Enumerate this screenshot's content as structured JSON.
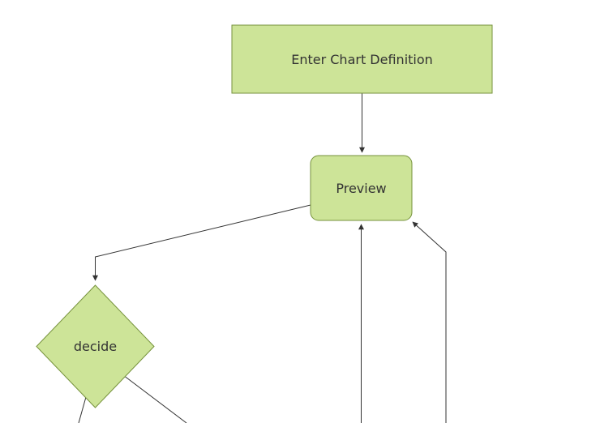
{
  "diagram": {
    "type": "flowchart",
    "direction": "top-down",
    "nodes": [
      {
        "id": "enter-chart-definition",
        "label": "Enter Chart Definition",
        "shape": "rectangle"
      },
      {
        "id": "preview",
        "label": "Preview",
        "shape": "rounded-rectangle"
      },
      {
        "id": "decide",
        "label": "decide",
        "shape": "diamond"
      }
    ],
    "edges": [
      {
        "from": "Enter Chart Definition",
        "to": "Preview",
        "arrowhead_visible": true
      },
      {
        "from": "Preview",
        "to": "decide",
        "arrowhead_visible": true
      },
      {
        "from": "off-canvas bottom (center)",
        "to": "Preview",
        "arrowhead_visible": true
      },
      {
        "from": "off-canvas bottom (right)",
        "to": "Preview",
        "arrowhead_visible": true
      },
      {
        "from": "decide",
        "to": "off-canvas bottom (left)",
        "arrowhead_visible": false
      },
      {
        "from": "decide",
        "to": "off-canvas bottom (right)",
        "arrowhead_visible": false
      }
    ],
    "colors": {
      "node_fill": "#cde498",
      "node_border": "#76923c",
      "edge_line": "#333333",
      "text": "#333333",
      "background": "#ffffff"
    }
  }
}
